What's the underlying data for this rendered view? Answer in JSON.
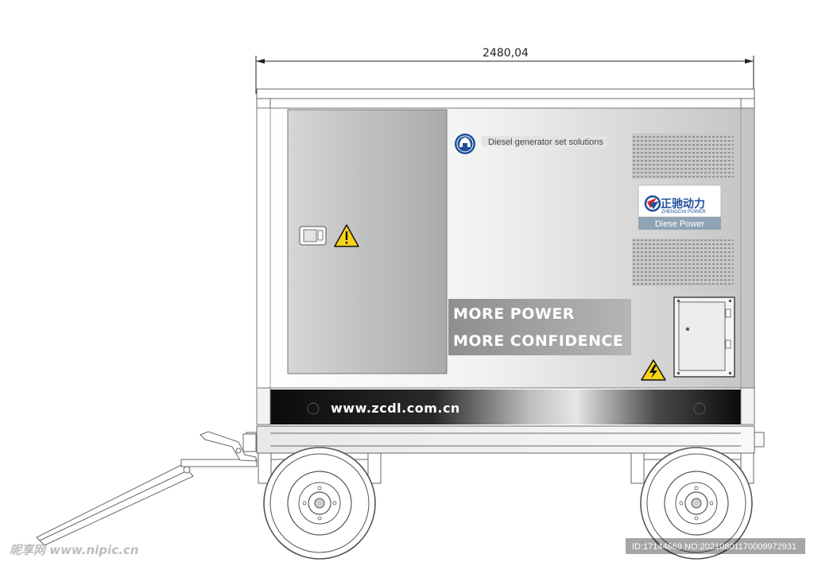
{
  "dimension": {
    "width_label": "2480,04"
  },
  "branding": {
    "tagline": "Diesel generator set solutions",
    "brand_name_cn": "正驰动力",
    "brand_name_en": "ZHENGCHI POWER",
    "brand_sub": "Diese Power",
    "slogan_line1": "MORE POWER",
    "slogan_line2": "MORE CONFIDENCE",
    "website": "www.zcdl.com.cn"
  },
  "watermark": {
    "site": "昵享网 www.nipic.cn",
    "image_id": "ID:17144669 NO:20210801170009972931"
  },
  "colors": {
    "brand_blue": "#1f4f9a",
    "warning_yellow": "#f7d417",
    "enclosure_light": "#f2f2f2",
    "enclosure_dark": "#b8b8b8",
    "base_band": "#111111"
  }
}
